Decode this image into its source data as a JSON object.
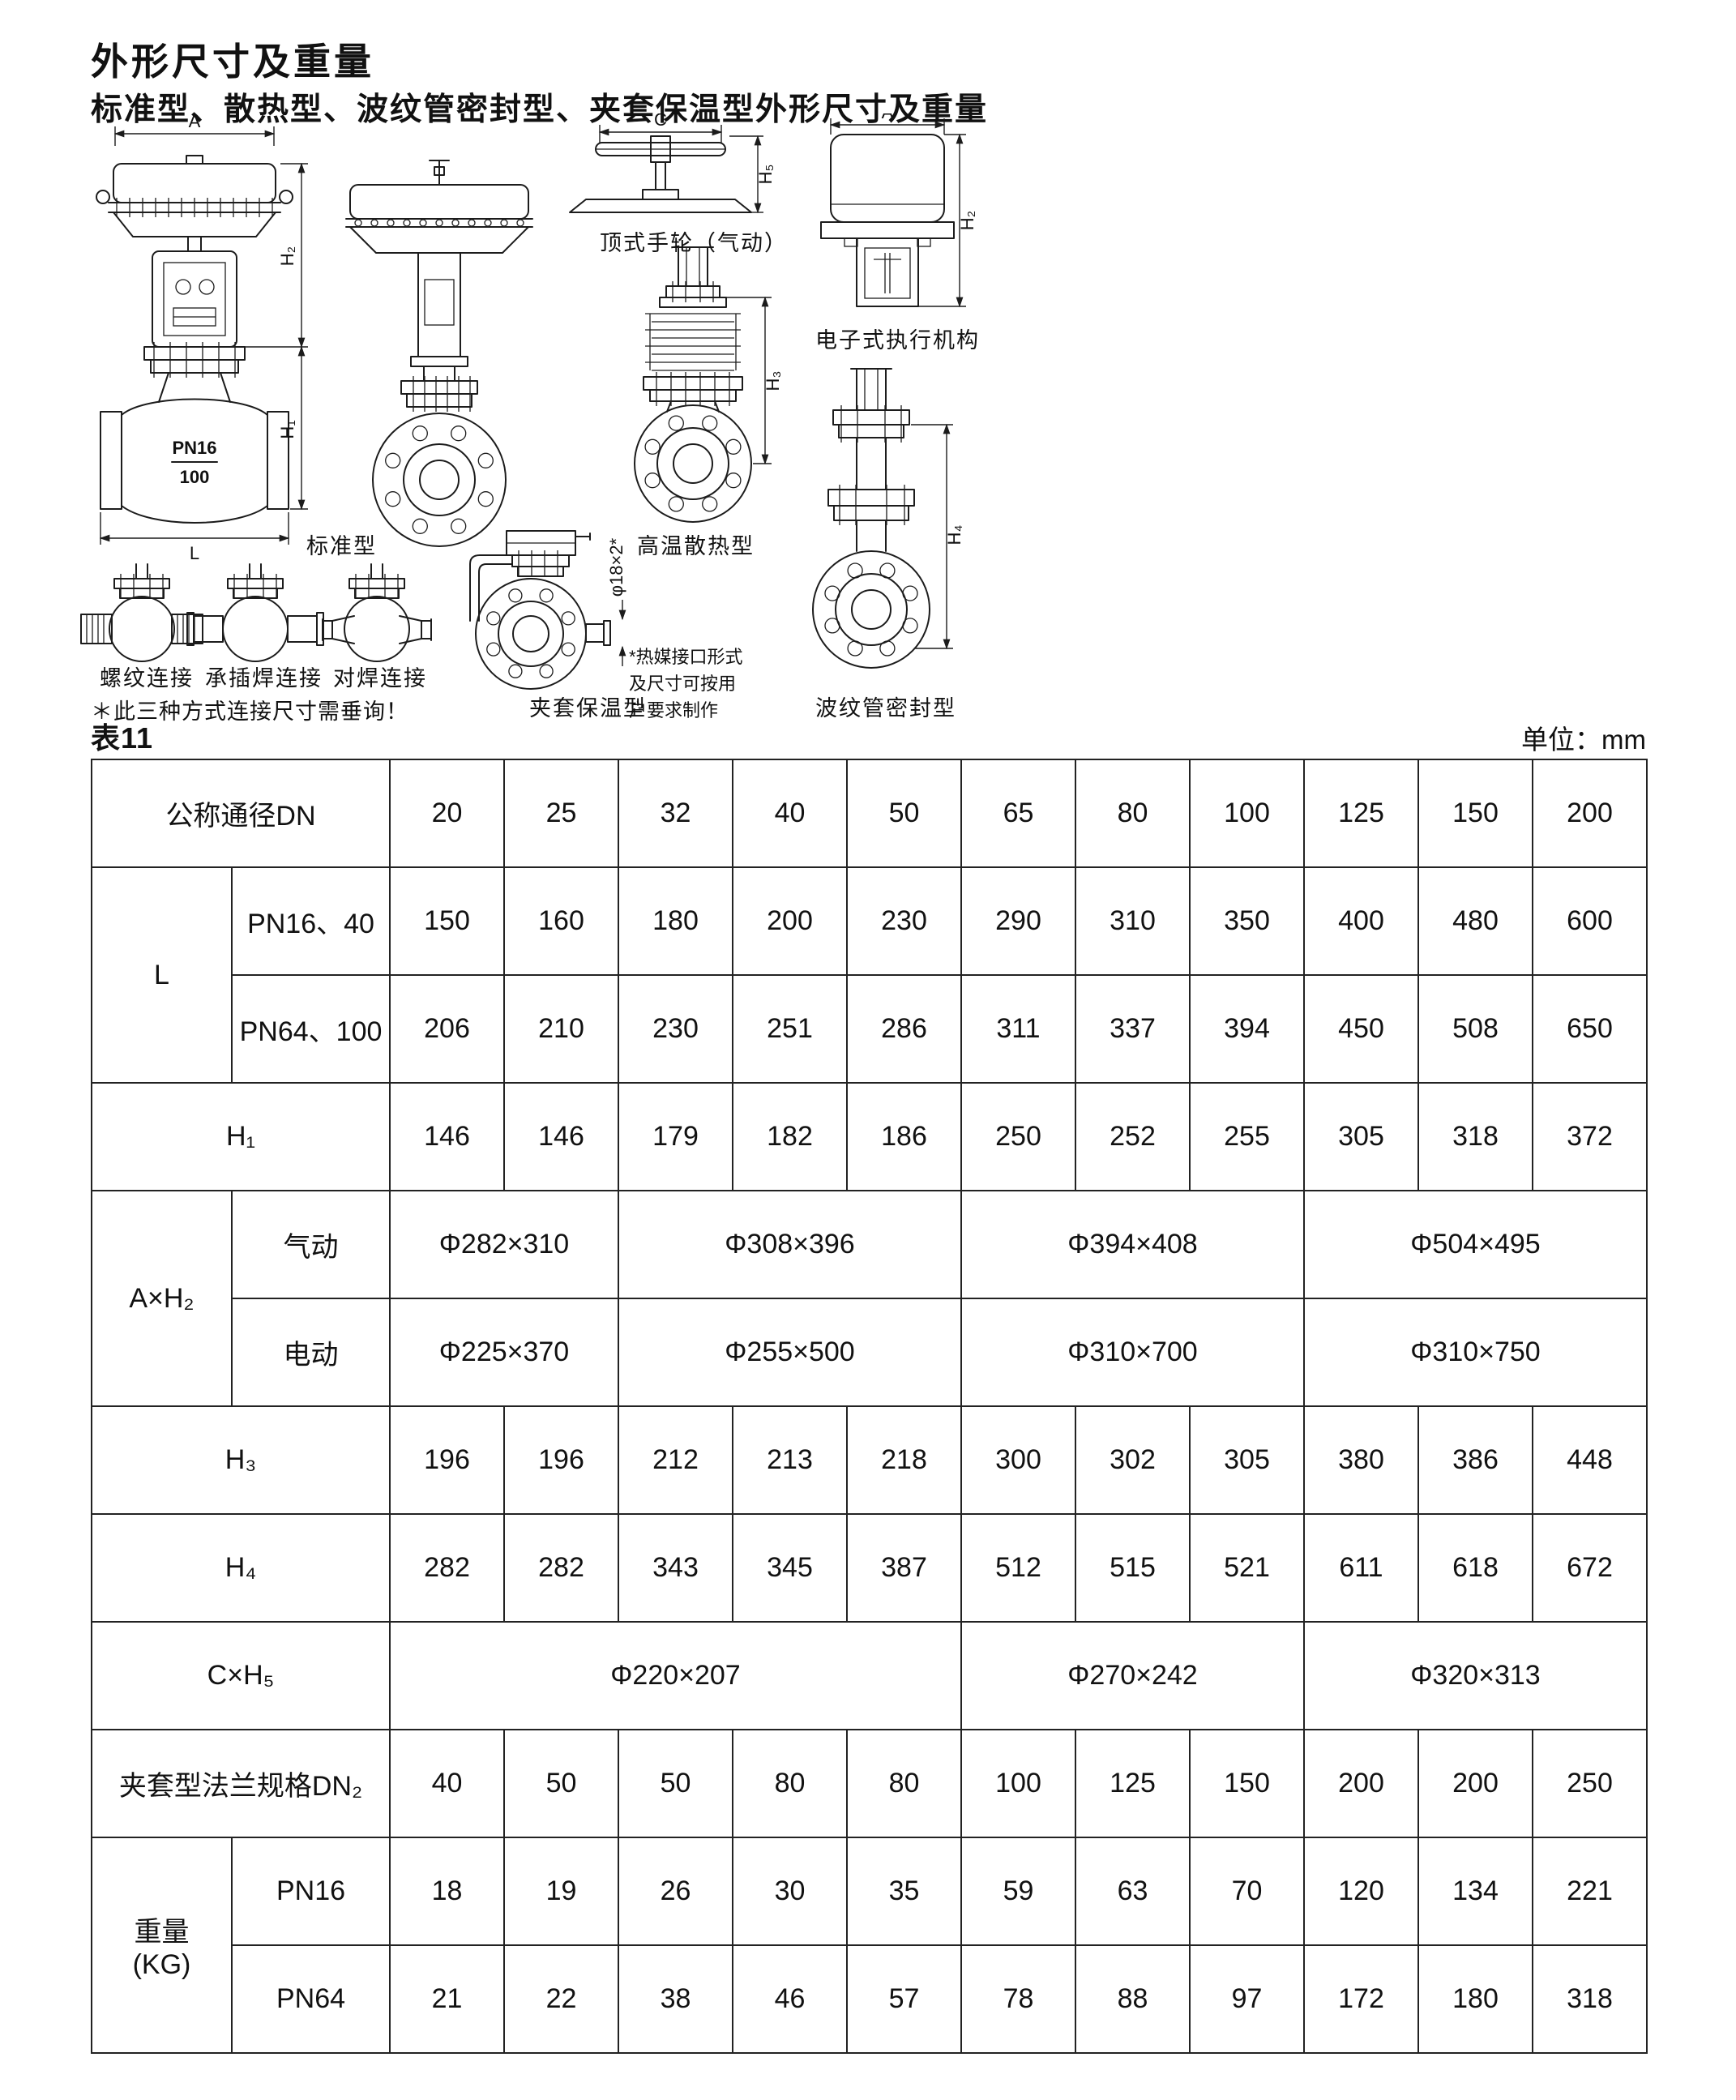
{
  "page": {
    "title": "外形尺寸及重量",
    "subtitle": "标准型、散热型、波纹管密封型、夹套保温型外形尺寸及重量"
  },
  "figures": {
    "dims": {
      "a": "A",
      "c": "C",
      "l": "L",
      "h1": "H₁",
      "h2": "H₂",
      "h3": "H₃",
      "h4": "H₄",
      "h5": "H₅"
    },
    "standard": {
      "label": "标准型",
      "pn": "PN16",
      "dn": "100"
    },
    "handwheel": {
      "label": "顶式手轮（气动）"
    },
    "electronic": {
      "label": "电子式执行机构"
    },
    "heat": {
      "label": "高温散热型"
    },
    "bellows": {
      "label": "波纹管密封型"
    },
    "jacket": {
      "label": "夹套保温型",
      "dim": "φ18×2*",
      "note": "*热媒接口形式\n及尺寸可按用\n户要求制作"
    },
    "connections": {
      "thread": "螺纹连接",
      "socket": "承插焊连接",
      "butt": "对焊连接",
      "note": "＊此三种方式连接尺寸需垂询！"
    }
  },
  "table": {
    "caption": "表11",
    "unit": "单位：mm",
    "dn": {
      "label": "公称通径DN",
      "values": [
        "20",
        "25",
        "32",
        "40",
        "50",
        "65",
        "80",
        "100",
        "125",
        "150",
        "200"
      ]
    },
    "l": {
      "label": "L",
      "rows": [
        {
          "label": "PN16、40",
          "values": [
            "150",
            "160",
            "180",
            "200",
            "230",
            "290",
            "310",
            "350",
            "400",
            "480",
            "600"
          ]
        },
        {
          "label": "PN64、100",
          "values": [
            "206",
            "210",
            "230",
            "251",
            "286",
            "311",
            "337",
            "394",
            "450",
            "508",
            "650"
          ]
        }
      ]
    },
    "h1": {
      "label": "H₁",
      "values": [
        "146",
        "146",
        "179",
        "182",
        "186",
        "250",
        "252",
        "255",
        "305",
        "318",
        "372"
      ]
    },
    "axh2": {
      "label": "A×H₂",
      "rows": [
        {
          "label": "气动",
          "cells": [
            {
              "text": "Φ282×310",
              "span": 2
            },
            {
              "text": "Φ308×396",
              "span": 3
            },
            {
              "text": "Φ394×408",
              "span": 3
            },
            {
              "text": "Φ504×495",
              "span": 3
            }
          ]
        },
        {
          "label": "电动",
          "cells": [
            {
              "text": "Φ225×370",
              "span": 2
            },
            {
              "text": "Φ255×500",
              "span": 3
            },
            {
              "text": "Φ310×700",
              "span": 3
            },
            {
              "text": "Φ310×750",
              "span": 3
            }
          ]
        }
      ]
    },
    "h3": {
      "label": "H₃",
      "values": [
        "196",
        "196",
        "212",
        "213",
        "218",
        "300",
        "302",
        "305",
        "380",
        "386",
        "448"
      ]
    },
    "h4": {
      "label": "H₄",
      "values": [
        "282",
        "282",
        "343",
        "345",
        "387",
        "512",
        "515",
        "521",
        "611",
        "618",
        "672"
      ]
    },
    "cxh5": {
      "label": "C×H₅",
      "cells": [
        {
          "text": "Φ220×207",
          "span": 5
        },
        {
          "text": "Φ270×242",
          "span": 3
        },
        {
          "text": "Φ320×313",
          "span": 3
        }
      ]
    },
    "dn2": {
      "label": "夹套型法兰规格DN₂",
      "values": [
        "40",
        "50",
        "50",
        "80",
        "80",
        "100",
        "125",
        "150",
        "200",
        "200",
        "250"
      ]
    },
    "weight": {
      "label": "重量\n(KG)",
      "rows": [
        {
          "label": "PN16",
          "values": [
            "18",
            "19",
            "26",
            "30",
            "35",
            "59",
            "63",
            "70",
            "120",
            "134",
            "221"
          ]
        },
        {
          "label": "PN64",
          "values": [
            "21",
            "22",
            "38",
            "46",
            "57",
            "78",
            "88",
            "97",
            "172",
            "180",
            "318"
          ]
        }
      ]
    }
  }
}
